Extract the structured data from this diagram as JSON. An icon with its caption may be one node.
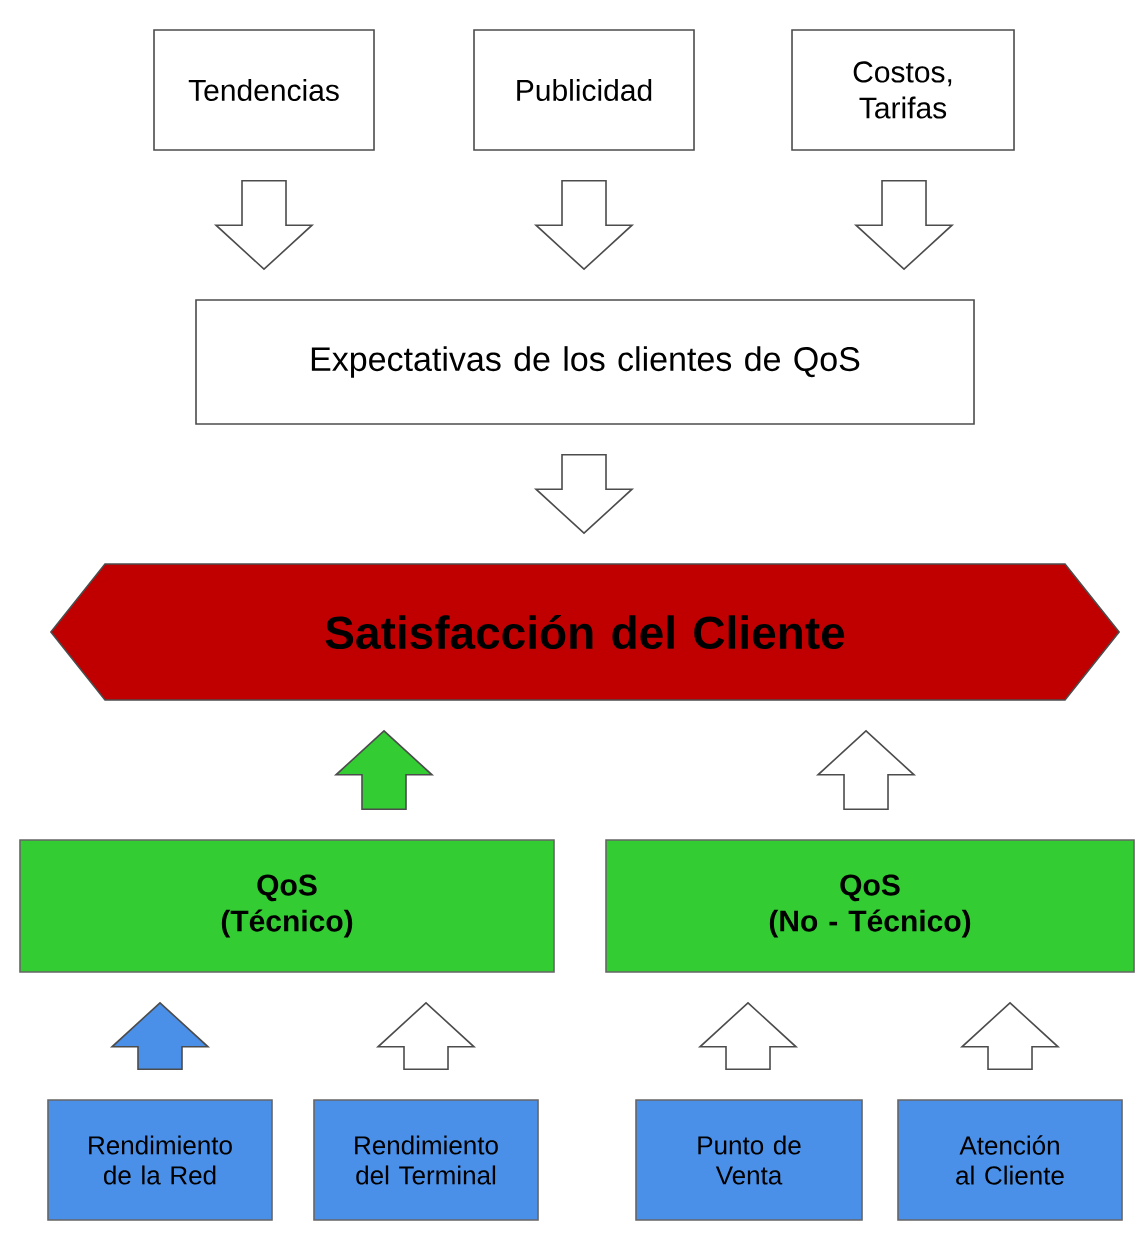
{
  "diagram": {
    "nodes": [
      {
        "text": [
          "Tendencias"
        ]
      },
      {
        "text": [
          "Publicidad"
        ]
      },
      {
        "text": [
          "Costos, Tarifas"
        ]
      },
      {
        "text": [
          "Expectativas de los clientes de QoS"
        ]
      },
      {
        "text": [
          "Satisfacción del Cliente"
        ]
      },
      {
        "text": [
          "QoS",
          "(Técnico)"
        ]
      },
      {
        "text": [
          "QoS",
          "(No - Técnico)"
        ]
      },
      {
        "text": [
          "Rendimiento de la Red"
        ]
      },
      {
        "text": [
          "Rendimiento del Terminal"
        ]
      },
      {
        "text": [
          "Punto de Venta"
        ]
      },
      {
        "text": [
          "Atención al Cliente"
        ]
      }
    ],
    "edges": [
      {
        "from": 0,
        "to": 3,
        "arrow": "to"
      },
      {
        "from": 1,
        "to": 3,
        "arrow": "to"
      },
      {
        "from": 2,
        "to": 3,
        "arrow": "to"
      },
      {
        "from": 3,
        "to": 4,
        "arrow": "to"
      },
      {
        "from": 5,
        "to": 4,
        "arrow": "to",
        "color": "#33cc33"
      },
      {
        "from": 6,
        "to": 4,
        "arrow": "to"
      },
      {
        "from": 7,
        "to": 5,
        "arrow": "to",
        "color": "#4a8fe8"
      },
      {
        "from": 8,
        "to": 5,
        "arrow": "to"
      },
      {
        "from": 9,
        "to": 6,
        "arrow": "to"
      },
      {
        "from": 10,
        "to": 6,
        "arrow": "to"
      }
    ]
  }
}
